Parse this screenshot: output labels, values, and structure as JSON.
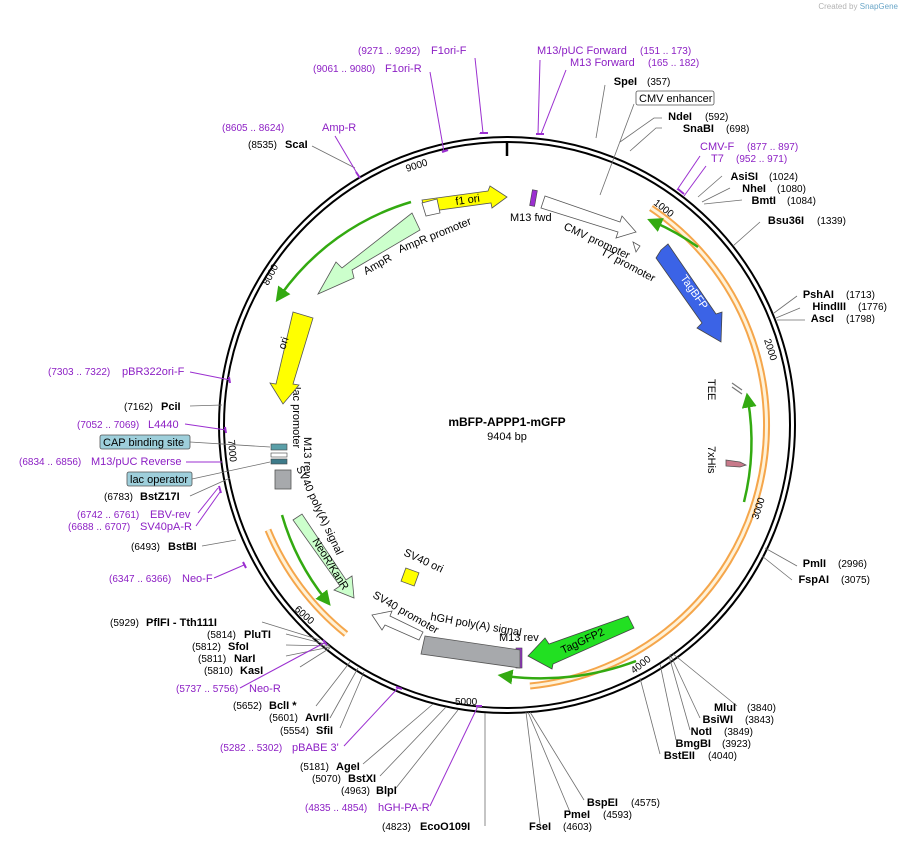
{
  "credit": {
    "prefix": "Created by",
    "brand": "SnapGene"
  },
  "plasmid": {
    "name": "mBFP-APPP1-mGFP",
    "size": "9404 bp"
  },
  "ticks": [
    "1000",
    "2000",
    "3000",
    "4000",
    "5000",
    "6000",
    "7000",
    "8000",
    "9000"
  ],
  "enzymes": [
    {
      "name": "SpeI",
      "pos": "(357)"
    },
    {
      "name": "NdeI",
      "pos": "(592)"
    },
    {
      "name": "SnaBI",
      "pos": "(698)"
    },
    {
      "name": "AsiSI",
      "pos": "(1024)"
    },
    {
      "name": "NheI",
      "pos": "(1080)"
    },
    {
      "name": "BmtI",
      "pos": "(1084)"
    },
    {
      "name": "Bsu36I",
      "pos": "(1339)"
    },
    {
      "name": "PshAI",
      "pos": "(1713)"
    },
    {
      "name": "HindIII",
      "pos": "(1776)"
    },
    {
      "name": "AscI",
      "pos": "(1798)"
    },
    {
      "name": "PmlI",
      "pos": "(2996)"
    },
    {
      "name": "FspAI",
      "pos": "(3075)"
    },
    {
      "name": "MluI",
      "pos": "(3840)"
    },
    {
      "name": "BsiWI",
      "pos": "(3843)"
    },
    {
      "name": "NotI",
      "pos": "(3849)"
    },
    {
      "name": "BmgBI",
      "pos": "(3923)"
    },
    {
      "name": "BstEII",
      "pos": "(4040)"
    },
    {
      "name": "BspEI",
      "pos": "(4575)"
    },
    {
      "name": "PmeI",
      "pos": "(4593)"
    },
    {
      "name": "FseI",
      "pos": "(4603)"
    },
    {
      "name": "EcoO109I",
      "pos": "(4823)"
    },
    {
      "name": "BlpI",
      "pos": "(4963)"
    },
    {
      "name": "BstXI",
      "pos": "(5070)"
    },
    {
      "name": "AgeI",
      "pos": "(5181)"
    },
    {
      "name": "SfiI",
      "pos": "(5554)"
    },
    {
      "name": "AvrII",
      "pos": "(5601)"
    },
    {
      "name": "BclI *",
      "pos": "(5652)"
    },
    {
      "name": "KasI",
      "pos": "(5810)"
    },
    {
      "name": "NarI",
      "pos": "(5811)"
    },
    {
      "name": "SfoI",
      "pos": "(5812)"
    },
    {
      "name": "PluTI",
      "pos": "(5814)"
    },
    {
      "name": "PflFI - Tth111I",
      "pos": "(5929)"
    },
    {
      "name": "BstBI",
      "pos": "(6493)"
    },
    {
      "name": "BstZ17I",
      "pos": "(6783)"
    },
    {
      "name": "PciI",
      "pos": "(7162)"
    },
    {
      "name": "ScaI",
      "pos": "(8535)"
    }
  ],
  "primers": [
    {
      "name": "F1ori-F",
      "range": "(9271 .. 9292)"
    },
    {
      "name": "F1ori-R",
      "range": "(9061 .. 9080)"
    },
    {
      "name": "Amp-R",
      "range": "(8605 .. 8624)"
    },
    {
      "name": "M13/pUC Forward",
      "range": "(151 .. 173)"
    },
    {
      "name": "M13 Forward",
      "range": "(165 .. 182)"
    },
    {
      "name": "CMV-F",
      "range": "(877 .. 897)"
    },
    {
      "name": "T7",
      "range": "(952 .. 971)"
    },
    {
      "name": "pBR322ori-F",
      "range": "(7303 .. 7322)"
    },
    {
      "name": "L4440",
      "range": "(7052 .. 7069)"
    },
    {
      "name": "M13/pUC Reverse",
      "range": "(6834 .. 6856)"
    },
    {
      "name": "EBV-rev",
      "range": "(6742 .. 6761)"
    },
    {
      "name": "SV40pA-R",
      "range": "(6688 .. 6707)"
    },
    {
      "name": "Neo-F",
      "range": "(6347 .. 6366)"
    },
    {
      "name": "Neo-R",
      "range": "(5737 .. 5756)"
    },
    {
      "name": "pBABE 3'",
      "range": "(5282 .. 5302)"
    },
    {
      "name": "hGH-PA-R",
      "range": "(4835 .. 4854)"
    }
  ],
  "boxed_labels": {
    "cmv_enhancer": "CMV enhancer",
    "cap": "CAP binding site",
    "lac_operator": "lac operator"
  },
  "features": {
    "f1ori": "f1 ori",
    "m13fwd": "M13 fwd",
    "cmv_promoter": "CMV promoter",
    "t7_promoter": "T7 promoter",
    "tagbfp": "TagBFP",
    "tee": "TEE",
    "his": "7xHis",
    "tagGFP2": "TagGFP2",
    "m13rev_right": "M13 rev",
    "hgh": "hGH poly(A) signal",
    "sv40_promoter": "SV40 promoter",
    "sv40_ori": "SV40 ori",
    "neokan": "NeoR/KanR",
    "sv40polyA": "SV40 poly(A) signal",
    "m13rev_left": "M13 rev",
    "lac_promoter": "lac promoter",
    "ori": "ori",
    "ampr": "AmpR",
    "ampr_promoter": "AmpR promoter"
  },
  "colors": {
    "primer": "#8c1fc4",
    "tagbfp": "#3b63e6",
    "tagGFP2": "#22e022",
    "ori": "#ffff00",
    "ampr": "#ccffcc",
    "orange_band": "#f5a64b",
    "green_arc": "#33aa11",
    "grey_feature": "#a7a9ac",
    "cap_box": "#9ecfdb"
  }
}
